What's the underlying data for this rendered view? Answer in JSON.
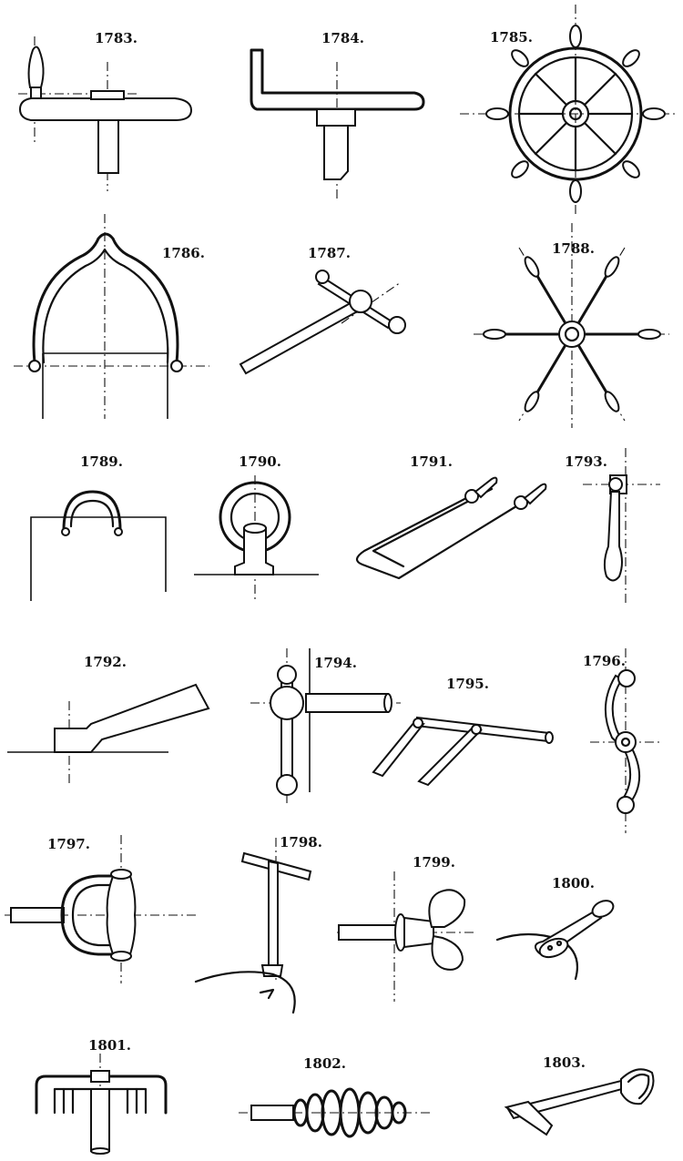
{
  "figures": [
    {
      "number": "1783."
    },
    {
      "number": "1784."
    },
    {
      "number": "1785."
    },
    {
      "number": "1786."
    },
    {
      "number": "1787."
    },
    {
      "number": "1788."
    },
    {
      "number": "1789."
    },
    {
      "number": "1790."
    },
    {
      "number": "1791."
    },
    {
      "number": "1793."
    },
    {
      "number": "1792."
    },
    {
      "number": "1794."
    },
    {
      "number": "1795."
    },
    {
      "number": "1796."
    },
    {
      "number": "1797."
    },
    {
      "number": "1798."
    },
    {
      "number": "1799."
    },
    {
      "number": "1800."
    },
    {
      "number": "1801."
    },
    {
      "number": "1802."
    },
    {
      "number": "1803."
    }
  ]
}
